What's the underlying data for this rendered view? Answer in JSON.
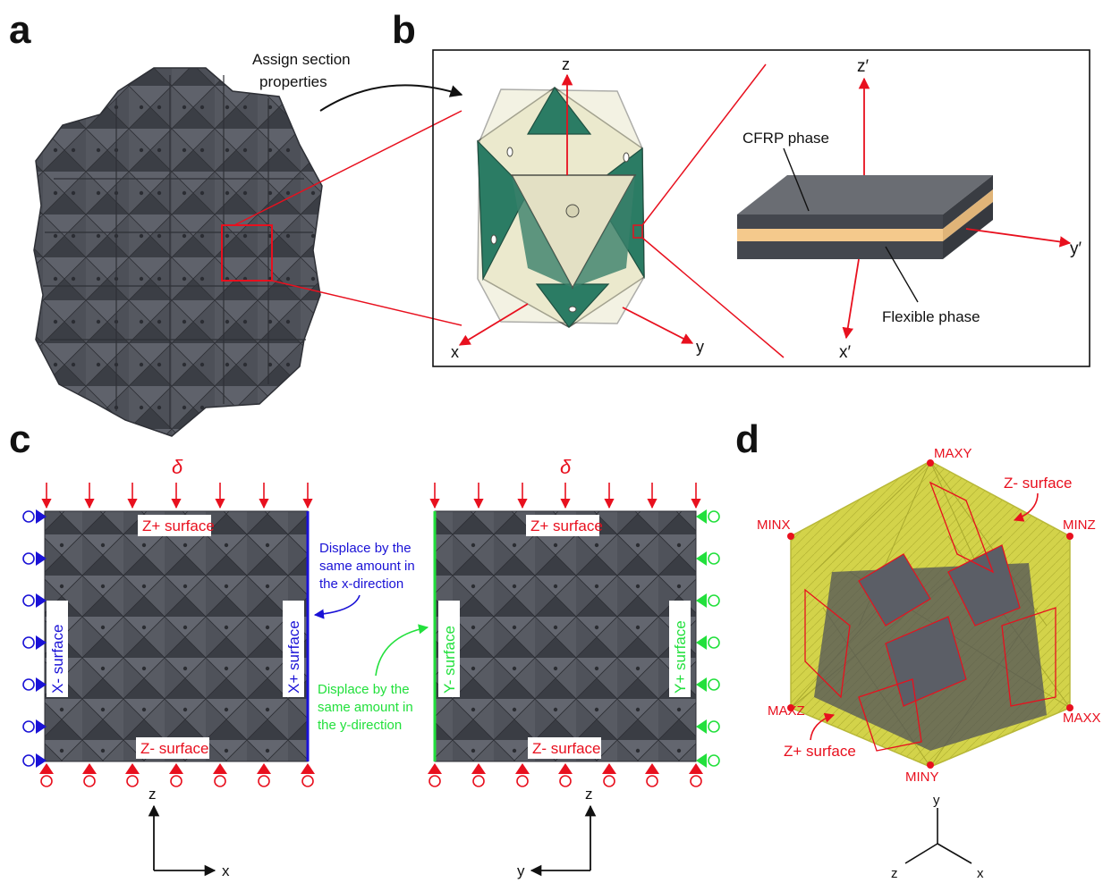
{
  "panels": {
    "a": "a",
    "b": "b",
    "c": "c",
    "d": "d"
  },
  "panel_a": {
    "annotation_line1": "Assign section",
    "annotation_line2": "properties"
  },
  "panel_b": {
    "axis_z": "z",
    "axis_x": "x",
    "axis_y": "y",
    "axis_z_prime": "z′",
    "axis_x_prime": "x′",
    "axis_y_prime": "y′",
    "cfrp_label": "CFRP  phase",
    "flexible_label": "Flexible  phase"
  },
  "panel_c": {
    "delta": "δ",
    "left": {
      "top_surface": "Z+ surface",
      "bottom_surface": "Z- surface",
      "left_surface": "X- surface",
      "right_surface": "X+ surface",
      "note_line1": "Displace by the",
      "note_line2": "same amount in",
      "note_line3": "the x-direction",
      "axis_vertical": "z",
      "axis_horizontal": "x"
    },
    "right": {
      "top_surface": "Z+ surface",
      "bottom_surface": "Z- surface",
      "left_surface": "Y- surface",
      "right_surface": "Y+ surface",
      "note_line1": "Displace by the",
      "note_line2": "same amount in",
      "note_line3": "the y-direction",
      "axis_vertical": "z",
      "axis_horizontal": "y"
    }
  },
  "panel_d": {
    "maxy": "MAXY",
    "minx": "MINX",
    "minz": "MINZ",
    "maxz": "MAXZ",
    "maxx": "MAXX",
    "miny": "MINY",
    "z_minus_surface": "Z- surface",
    "z_plus_surface": "Z+ surface",
    "axis_y": "y",
    "axis_z": "z",
    "axis_x": "x"
  },
  "colors": {
    "red": "#e8101e",
    "blue": "#1a12d6",
    "green": "#22e03c",
    "lattice": "#4b4e56",
    "cream": "#efedd4",
    "teal": "#2b7c64",
    "yellow": "#d8d84a",
    "tan": "#f4c98c"
  }
}
